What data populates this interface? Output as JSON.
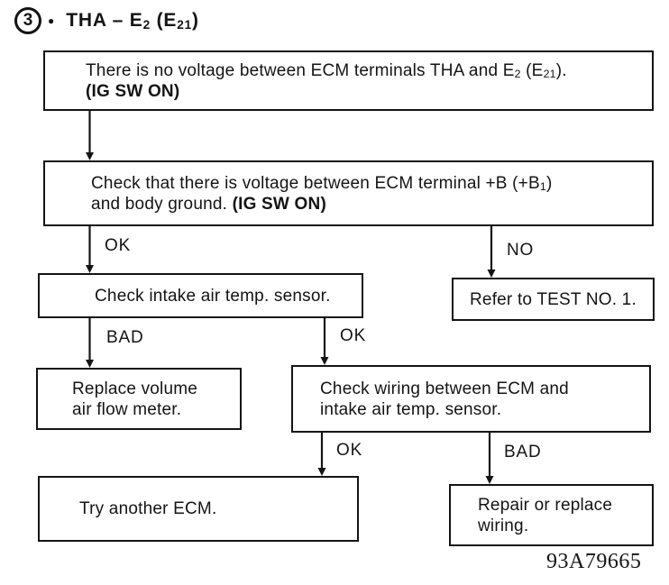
{
  "page": {
    "background": "#ffffff",
    "ink": "#141414"
  },
  "title": {
    "step_number": "3",
    "bullet": "●",
    "text_part1": "THA – E",
    "text_sub1": "2",
    "text_part2": " (E",
    "text_sub2": "21",
    "text_part3": ")"
  },
  "nodes": {
    "no_voltage": {
      "line1_part1": "There is no voltage between ECM terminals THA and E",
      "line1_sub1": "2",
      "line1_part2": " (E",
      "line1_sub2": "21",
      "line1_part3": ").",
      "line2_bold": "(IG SW ON)"
    },
    "check_voltage": {
      "line1_part1": "Check that there is voltage between ECM terminal +B (+B",
      "line1_sub1": "1",
      "line1_part2": ")",
      "line2_part1": "and body ground. ",
      "line2_bold": "(IG SW ON)"
    },
    "check_sensor": {
      "text": "Check intake air temp. sensor."
    },
    "refer_test": {
      "text": "Refer to TEST NO. 1."
    },
    "replace_meter": {
      "line1": "Replace volume",
      "line2": "air flow meter."
    },
    "check_wiring": {
      "line1": "Check wiring between ECM and",
      "line2": "intake air temp. sensor."
    },
    "try_ecm": {
      "text": "Try another ECM."
    },
    "repair_wiring": {
      "line1": "Repair or replace",
      "line2": "wiring."
    }
  },
  "branches": {
    "voltage_ok": "OK",
    "voltage_no": "NO",
    "sensor_bad": "BAD",
    "sensor_ok": "OK",
    "wiring_ok": "OK",
    "wiring_bad": "BAD"
  },
  "footer": {
    "figure_number": "93A79665"
  }
}
